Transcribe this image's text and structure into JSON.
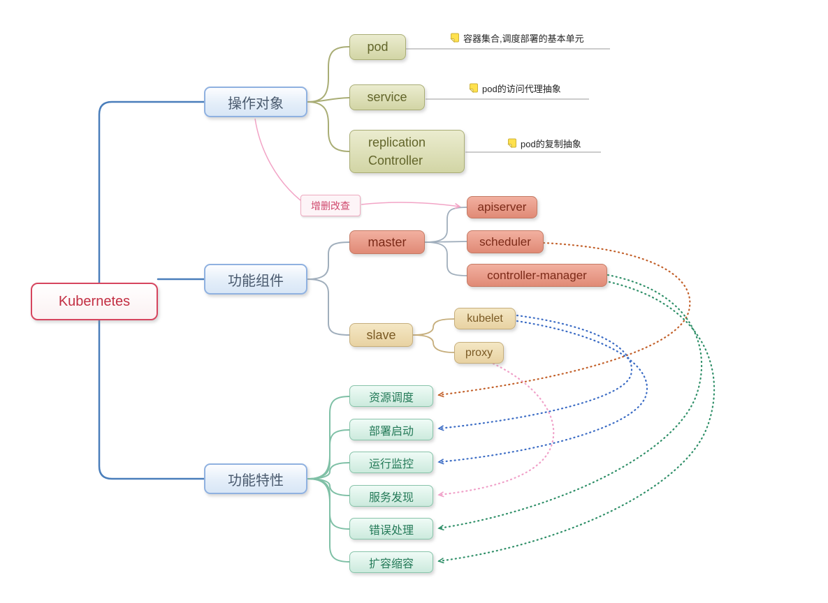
{
  "root": {
    "label": "Kubernetes"
  },
  "branches": [
    {
      "label": "操作对象"
    },
    {
      "label": "功能组件"
    },
    {
      "label": "功能特性"
    }
  ],
  "objects": [
    {
      "label": "pod",
      "note": "容器集合,调度部署的基本单元"
    },
    {
      "label": "service",
      "note": "pod的访问代理抽象"
    },
    {
      "label": "replication Controller",
      "note": "pod的复制抽象"
    }
  ],
  "components": {
    "master": {
      "label": "master",
      "children": [
        {
          "label": "apiserver"
        },
        {
          "label": "scheduler"
        },
        {
          "label": "controller-manager"
        }
      ]
    },
    "slave": {
      "label": "slave",
      "children": [
        {
          "label": "kubelet"
        },
        {
          "label": "proxy"
        }
      ]
    }
  },
  "features": [
    {
      "label": "资源调度"
    },
    {
      "label": "部署启动"
    },
    {
      "label": "运行监控"
    },
    {
      "label": "服务发现"
    },
    {
      "label": "错误处理"
    },
    {
      "label": "扩容缩容"
    }
  ],
  "relationship": {
    "label": "增删改查"
  },
  "colors": {
    "root_accent": "#d6455e",
    "branch_blue": "#4a7ebb",
    "objects_olive": "#a9ad75",
    "master_salmon": "#e0907c",
    "slave_tan": "#e8d2a2",
    "features_teal": "#7fc0a6",
    "relation_pink": "#f2a4c6",
    "relation_orange": "#c2602a",
    "relation_blue": "#3a6bc4",
    "relation_green": "#2f8f68",
    "note_yellow": "#ffe14d"
  }
}
